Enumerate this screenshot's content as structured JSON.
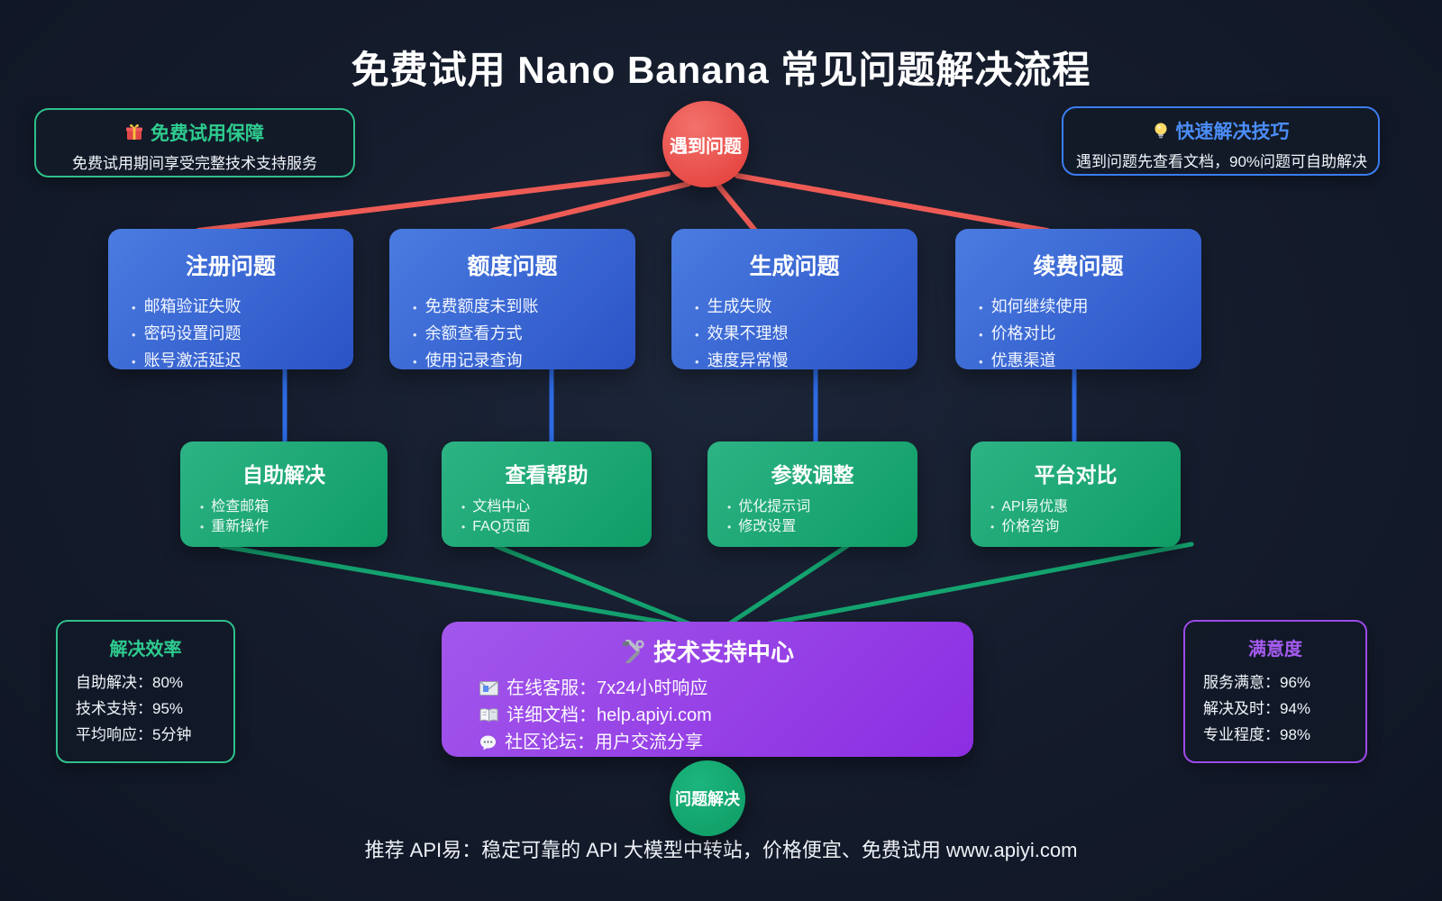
{
  "title": "免费试用 Nano Banana 常见问题解决流程",
  "badges": {
    "left": {
      "icon": "gift-icon",
      "title": "免费试用保障",
      "subtitle": "免费试用期间享受完整技术支持服务"
    },
    "right": {
      "icon": "bulb-icon",
      "title": "快速解决技巧",
      "subtitle": "遇到问题先查看文档，90%问题可自助解决"
    }
  },
  "start_node": {
    "label": "遇到问题"
  },
  "end_node": {
    "label": "问题解决"
  },
  "problem_nodes": [
    {
      "title": "注册问题",
      "items": [
        "邮箱验证失败",
        "密码设置问题",
        "账号激活延迟"
      ]
    },
    {
      "title": "额度问题",
      "items": [
        "免费额度未到账",
        "余额查看方式",
        "使用记录查询"
      ]
    },
    {
      "title": "生成问题",
      "items": [
        "生成失败",
        "效果不理想",
        "速度异常慢"
      ]
    },
    {
      "title": "续费问题",
      "items": [
        "如何继续使用",
        "价格对比",
        "优惠渠道"
      ]
    }
  ],
  "solution_nodes": [
    {
      "title": "自助解决",
      "items": [
        "检查邮箱",
        "重新操作"
      ]
    },
    {
      "title": "查看帮助",
      "items": [
        "文档中心",
        "FAQ页面"
      ]
    },
    {
      "title": "参数调整",
      "items": [
        "优化提示词",
        "修改设置"
      ]
    },
    {
      "title": "平台对比",
      "items": [
        "API易优惠",
        "价格咨询"
      ]
    }
  ],
  "support_center": {
    "icon": "tools-icon",
    "title": "技术支持中心",
    "items": [
      {
        "icon": "email-icon",
        "text": "在线客服：7x24小时响应"
      },
      {
        "icon": "book-icon",
        "text": "详细文档：help.apiyi.com"
      },
      {
        "icon": "speech-icon",
        "text": "社区论坛：用户交流分享"
      }
    ]
  },
  "stats_left": {
    "title": "解决效率",
    "rows": [
      "自助解决：80%",
      "技术支持：95%",
      "平均响应：5分钟"
    ]
  },
  "stats_right": {
    "title": "满意度",
    "rows": [
      "服务满意：96%",
      "解决及时：94%",
      "专业程度：98%"
    ]
  },
  "footer": "推荐 API易：稳定可靠的 API 大模型中转站，价格便宜、免费试用 www.apiyi.com",
  "colors": {
    "background": "#141b2b",
    "accent_red": "#ee5b55",
    "accent_blue": "#2d6ae3",
    "accent_green": "#14a36f",
    "accent_purple": "#9c4ae8",
    "problem_box_gradient": [
      "#4a7ce0",
      "#2b53c6"
    ],
    "solution_box_gradient": [
      "#2db384",
      "#0f9d66"
    ],
    "support_box_gradient": [
      "#a257eb",
      "#8c2ee2"
    ]
  }
}
